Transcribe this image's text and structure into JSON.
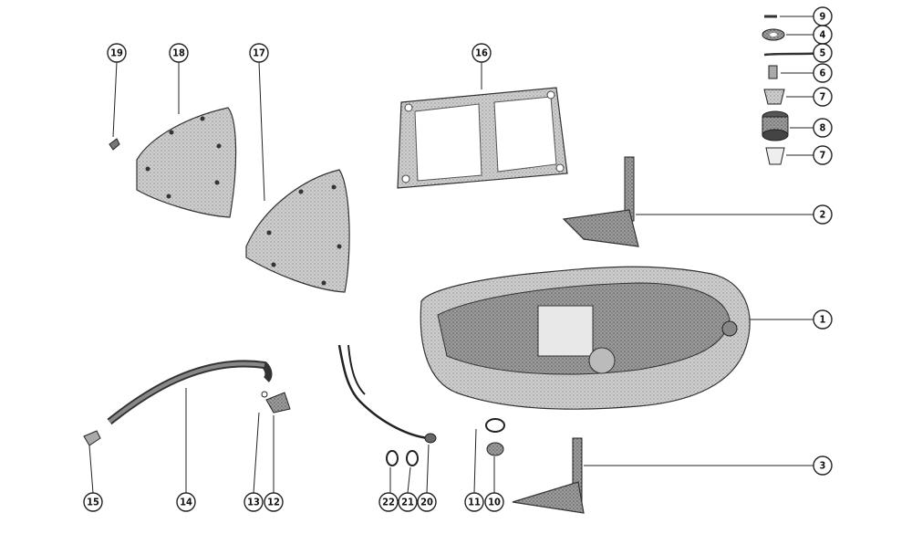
{
  "diagram": {
    "callouts": {
      "c9": "9",
      "c4": "4",
      "c5": "5",
      "c6": "6",
      "c7a": "7",
      "c8": "8",
      "c7b": "7",
      "c2": "2",
      "c1": "1",
      "c3": "3",
      "c16": "16",
      "c17": "17",
      "c18": "18",
      "c19": "19",
      "c14": "14",
      "c15": "15",
      "c13": "13",
      "c12": "12",
      "c22": "22",
      "c21": "21",
      "c20": "20",
      "c11": "11",
      "c10": "10"
    }
  }
}
